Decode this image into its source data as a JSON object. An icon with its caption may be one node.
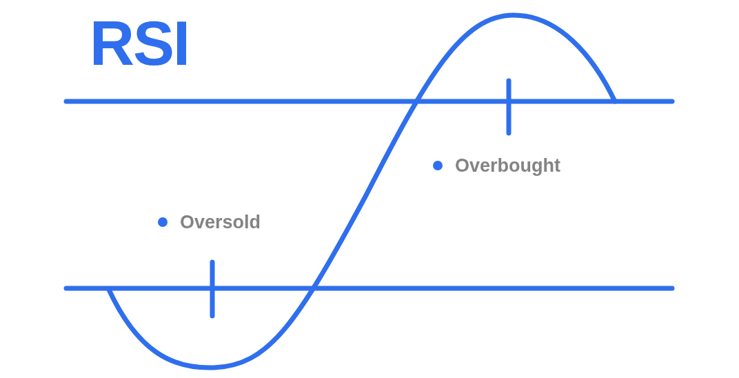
{
  "diagram": {
    "title": "RSI",
    "labels": [
      "Overbought",
      "Oversold"
    ]
  }
}
